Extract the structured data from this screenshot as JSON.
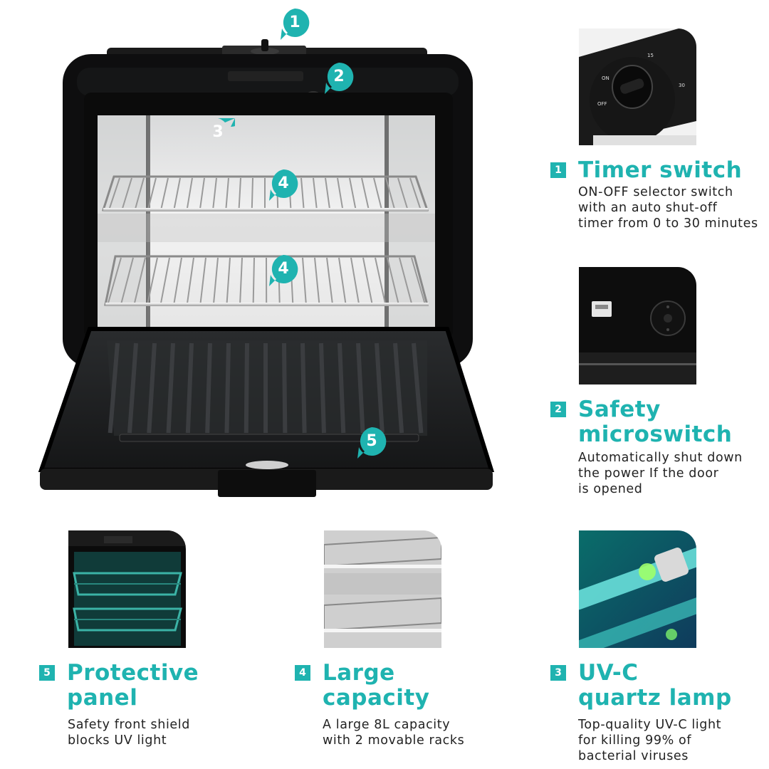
{
  "callouts": [
    "1",
    "2",
    "3",
    "4",
    "4",
    "5"
  ],
  "features": [
    {
      "num": "1",
      "title_lines": [
        "Timer switch"
      ],
      "desc_lines": [
        "ON-OFF selector switch",
        "with an auto shut-off",
        "timer from 0 to 30 minutes"
      ],
      "image": "timer-knob-closeup"
    },
    {
      "num": "2",
      "title_lines": [
        "Safety",
        "microswitch"
      ],
      "desc_lines": [
        "Automatically shut down",
        "the power If the door",
        "is opened"
      ],
      "image": "microswitch-closeup"
    },
    {
      "num": "5",
      "title_lines": [
        "Protective",
        "panel"
      ],
      "desc_lines": [
        "Safety front shield",
        "blocks UV light"
      ],
      "image": "uv-lit-interior"
    },
    {
      "num": "4",
      "title_lines": [
        "Large",
        "capacity"
      ],
      "desc_lines": [
        "A large 8L capacity",
        "with 2 movable racks"
      ],
      "image": "chrome-racks-closeup"
    },
    {
      "num": "3",
      "title_lines": [
        "UV-C",
        "quartz lamp"
      ],
      "desc_lines": [
        "Top-quality UV-C light",
        "for killing 99% of",
        "bacterial viruses"
      ],
      "image": "uv-lamp-closeup"
    }
  ],
  "timer_dial_labels": [
    "ON",
    "OFF",
    "15",
    "30"
  ],
  "colors": {
    "accent": "#1fb3b0",
    "body": "#111111",
    "text": "#222222"
  }
}
